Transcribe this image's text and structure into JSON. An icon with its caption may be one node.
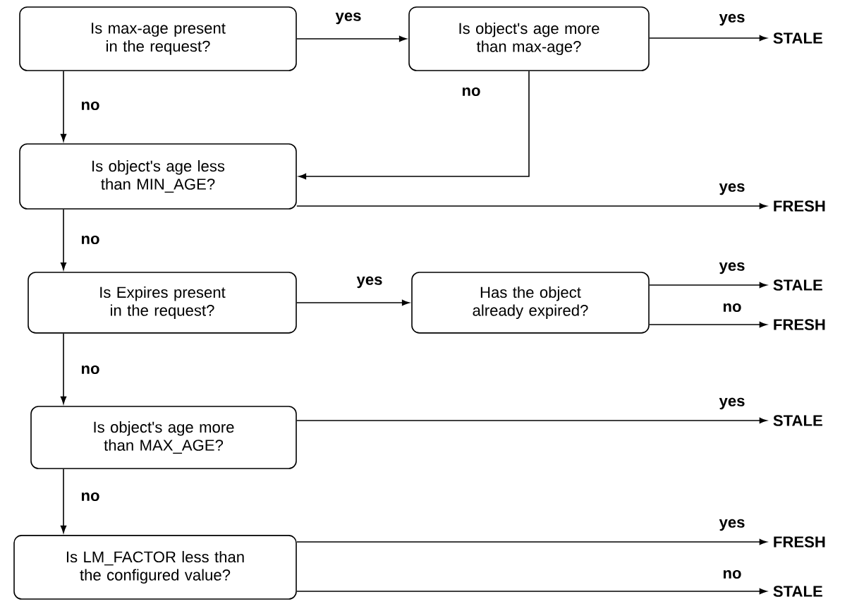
{
  "diagram": {
    "nodes": [
      {
        "text": [
          "Is max-age present in the request?"
        ]
      },
      {
        "text": [
          "Is object's age more than max-age?"
        ]
      },
      {
        "text": [
          "STALE"
        ]
      },
      {
        "text": [
          "Is object's age less than MIN_AGE?"
        ]
      },
      {
        "text": [
          "FRESH"
        ]
      },
      {
        "text": [
          "Is Expires present in the request?"
        ]
      },
      {
        "text": [
          "Has the object already expired?"
        ]
      },
      {
        "text": [
          "STALE"
        ]
      },
      {
        "text": [
          "FRESH"
        ]
      },
      {
        "text": [
          "Is object's age more than MAX_AGE?"
        ]
      },
      {
        "text": [
          "STALE"
        ]
      },
      {
        "text": [
          "Is LM_FACTOR less than the configured value?"
        ]
      },
      {
        "text": [
          "FRESH"
        ]
      },
      {
        "text": [
          "STALE"
        ]
      }
    ],
    "edges": [
      {
        "from": 0,
        "to": 1,
        "arrow": "to",
        "label": "yes"
      },
      {
        "from": 1,
        "to": 2,
        "arrow": "to",
        "label": "yes"
      },
      {
        "from": 0,
        "to": 3,
        "arrow": "to",
        "label": "no"
      },
      {
        "from": 1,
        "to": 3,
        "arrow": "to",
        "label": "no"
      },
      {
        "from": 3,
        "to": 4,
        "arrow": "to",
        "label": "yes"
      },
      {
        "from": 3,
        "to": 5,
        "arrow": "to",
        "label": "no"
      },
      {
        "from": 5,
        "to": 6,
        "arrow": "to",
        "label": "yes"
      },
      {
        "from": 6,
        "to": 7,
        "arrow": "to",
        "label": "yes"
      },
      {
        "from": 6,
        "to": 8,
        "arrow": "to",
        "label": "no"
      },
      {
        "from": 5,
        "to": 9,
        "arrow": "to",
        "label": "no"
      },
      {
        "from": 9,
        "to": 10,
        "arrow": "to",
        "label": "yes"
      },
      {
        "from": 9,
        "to": 11,
        "arrow": "to",
        "label": "no"
      },
      {
        "from": 11,
        "to": 12,
        "arrow": "to",
        "label": "yes"
      },
      {
        "from": 11,
        "to": 13,
        "arrow": "to",
        "label": "no"
      }
    ]
  }
}
